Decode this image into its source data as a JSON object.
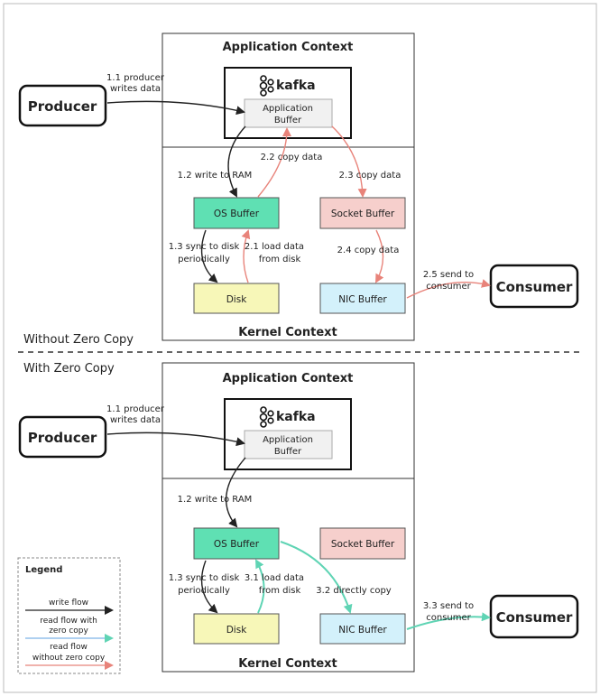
{
  "top": {
    "app_context": "Application Context",
    "kernel_context": "Kernel Context",
    "producer": "Producer",
    "consumer": "Consumer",
    "kafka": "kafka",
    "app_buffer_line1": "Application",
    "app_buffer_line2": "Buffer",
    "os_buffer": "OS Buffer",
    "socket_buffer": "Socket Buffer",
    "disk": "Disk",
    "nic_buffer": "NIC Buffer",
    "step_1_1_line1": "1.1 producer",
    "step_1_1_line2": "writes data",
    "step_1_2": "1.2 write to RAM",
    "step_2_2": "2.2 copy data",
    "step_2_3": "2.3 copy data",
    "step_1_3_line1": "1.3 sync to disk",
    "step_1_3_line2": "periodically",
    "step_2_1_line1": "2.1 load data",
    "step_2_1_line2": "from disk",
    "step_2_4": "2.4 copy data",
    "step_2_5_line1": "2.5 send to",
    "step_2_5_line2": "consumer",
    "section_label": "Without Zero Copy"
  },
  "bottom": {
    "section_label": "With Zero Copy",
    "app_context": "Application Context",
    "kernel_context": "Kernel Context",
    "producer": "Producer",
    "consumer": "Consumer",
    "kafka": "kafka",
    "app_buffer_line1": "Application",
    "app_buffer_line2": "Buffer",
    "os_buffer": "OS Buffer",
    "socket_buffer": "Socket Buffer",
    "disk": "Disk",
    "nic_buffer": "NIC Buffer",
    "step_1_1_line1": "1.1 producer",
    "step_1_1_line2": "writes data",
    "step_1_2": "1.2 write to RAM",
    "step_1_3_line1": "1.3 sync to disk",
    "step_1_3_line2": "periodically",
    "step_3_1_line1": "3.1 load data",
    "step_3_1_line2": "from disk",
    "step_3_2": "3.2 directly copy",
    "step_3_3_line1": "3.3 send to",
    "step_3_3_line2": "consumer"
  },
  "legend": {
    "title": "Legend",
    "write_flow": "write flow",
    "read_zero_line1": "read flow with",
    "read_zero_line2": "zero copy",
    "read_nozero_line1": "read flow",
    "read_nozero_line2": "without zero copy"
  },
  "colors": {
    "write": "#222222",
    "read_zero": "#5fd4b4",
    "read_nozero": "#e8837a",
    "os_buffer_fill": "#5fe0b3",
    "socket_buffer_fill": "#f6cfcc",
    "disk_fill": "#f7f7b8",
    "nic_fill": "#d3f1fb",
    "app_buffer_fill": "#f1f1f1"
  }
}
